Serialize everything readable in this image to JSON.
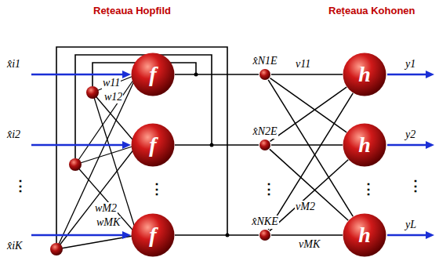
{
  "diagram": {
    "nodes": [
      {
        "text": [
          "f"
        ]
      },
      {
        "text": [
          "f"
        ]
      },
      {
        "text": [
          "f"
        ]
      },
      {
        "text": [
          "x̂N1E"
        ]
      },
      {
        "text": [
          "x̂N2E"
        ]
      },
      {
        "text": [
          "x̂NKE"
        ]
      },
      {
        "text": [
          "h"
        ]
      },
      {
        "text": [
          "h"
        ]
      },
      {
        "text": [
          "h"
        ]
      }
    ],
    "edges": [
      {
        "from": 0,
        "to": 3,
        "arrow": "none"
      },
      {
        "from": 1,
        "to": 4,
        "arrow": "none"
      },
      {
        "from": 2,
        "to": 5,
        "arrow": "none"
      },
      {
        "from": 3,
        "to": 6,
        "arrow": "none"
      },
      {
        "from": 3,
        "to": 7,
        "arrow": "none"
      },
      {
        "from": 3,
        "to": 8,
        "arrow": "none"
      },
      {
        "from": 4,
        "to": 6,
        "arrow": "none"
      },
      {
        "from": 4,
        "to": 7,
        "arrow": "none"
      },
      {
        "from": 4,
        "to": 8,
        "arrow": "none"
      },
      {
        "from": 5,
        "to": 6,
        "arrow": "none"
      },
      {
        "from": 5,
        "to": 7,
        "arrow": "none"
      },
      {
        "from": 5,
        "to": 8,
        "arrow": "none"
      }
    ],
    "labels": [
      "Rețeaua Hopfild",
      "Rețeaua Kohonen",
      "x̂i1",
      "x̂i2",
      "⋮",
      "x̂iK",
      "w11",
      "w12",
      "wM2",
      "wMK",
      "⋮",
      "⋮",
      "v11",
      "vM2",
      "vMK",
      "⋮",
      "y1",
      "y2",
      "⋮",
      "yL"
    ]
  }
}
